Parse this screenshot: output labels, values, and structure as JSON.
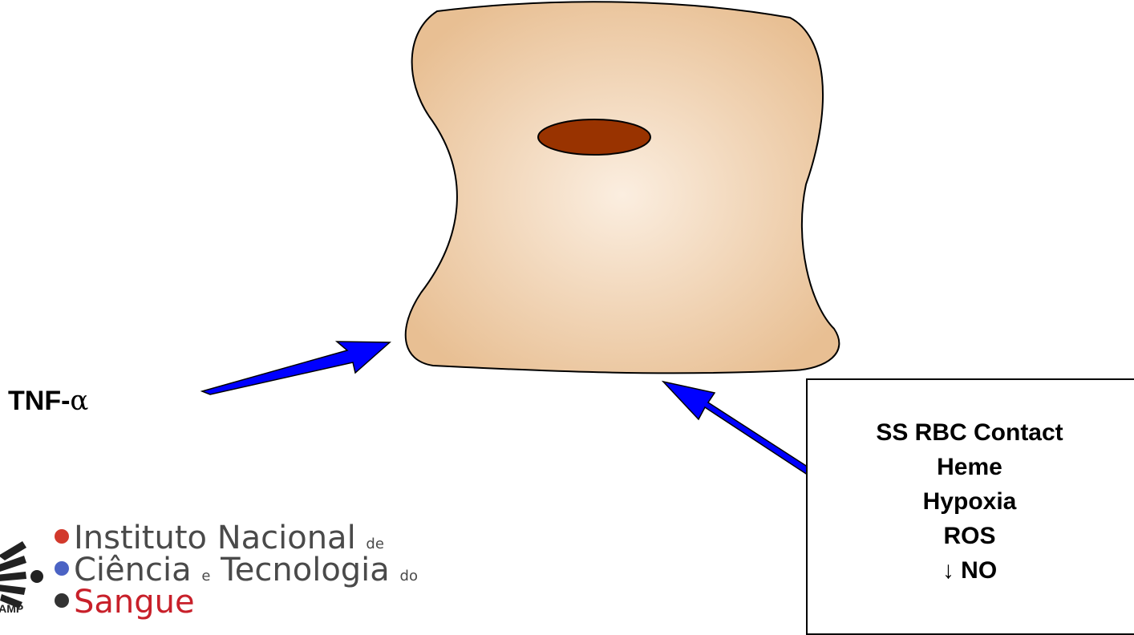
{
  "diagram": {
    "cell": {
      "fill_outer": "#e8bf93",
      "fill_inner": "#fbeee0",
      "nucleus_fill": "#993300"
    },
    "arrow_color": "#0000ff",
    "tnf_label_prefix": "TNF-",
    "tnf_label_greek": "α",
    "stimuli": [
      "SS RBC Contact",
      "Heme",
      "Hypoxia",
      "ROS",
      "↓ NO"
    ]
  },
  "logo": {
    "line1": "Instituto Nacional",
    "line1_small": "de",
    "line2_a": "Ciência",
    "line2_small": "e",
    "line2_b": "Tecnologia",
    "line2_small2": "do",
    "line3": "Sangue",
    "univ_text": "CAMP"
  }
}
